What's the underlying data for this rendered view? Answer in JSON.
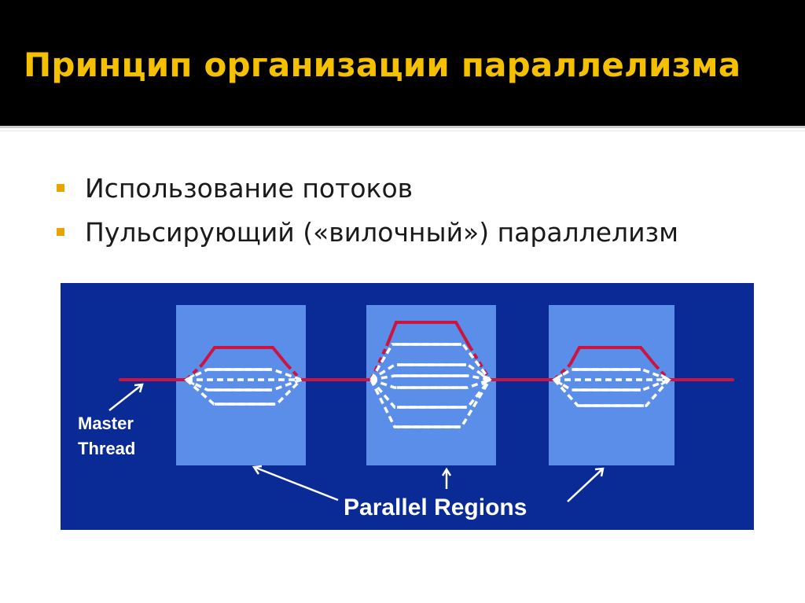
{
  "slide": {
    "title": "Принцип организации параллелизма"
  },
  "bullets": [
    "Использование потоков",
    "Пульсирующий («вилочный») параллелизм"
  ],
  "diagram": {
    "labels": {
      "master_thread_line1": "Master",
      "master_thread_line2": "Thread",
      "parallel_regions": "Parallel Regions"
    },
    "regions": [
      {
        "threads": 4
      },
      {
        "threads": 6
      },
      {
        "threads": 4
      }
    ]
  },
  "colors": {
    "title_bar": "#000000",
    "title_text": "#f5c000",
    "bullet": "#e8a400",
    "diagram_background": "#0a2a96",
    "region_box": "#5a8ee8",
    "master_thread": "#cc1440",
    "worker_thread": "#ffffff"
  }
}
